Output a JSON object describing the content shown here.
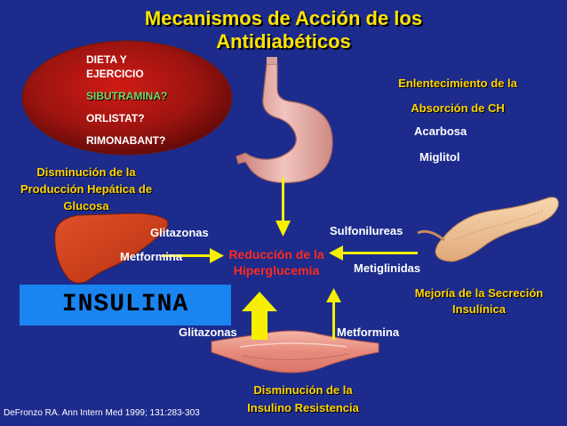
{
  "title": {
    "line1": "Mecanismos de Acción de los",
    "line2": "Antidiabéticos"
  },
  "oval": {
    "items": [
      "DIETA Y",
      "EJERCICIO",
      "SIBUTRAMINA?",
      "ORLISTAT?",
      "RIMONABANT?"
    ]
  },
  "labels": {
    "absorcion": [
      "Enlentecimiento de la",
      "Absorción de CH"
    ],
    "acarbosa": "Acarbosa",
    "miglitol": "Miglitol",
    "hepatica": [
      "Disminución de la",
      "Producción Hepática de",
      "Glucosa"
    ],
    "glitazonas_liver": "Glitazonas",
    "metformina_liver": "Metformina",
    "reduccion": [
      "Reducción de la",
      "Hiperglucemia"
    ],
    "sulfonilureas": "Sulfonilureas",
    "metiglinidas": "Metiglinidas",
    "secrecion": [
      "Mejoría de la Secreción",
      "Insulínica"
    ],
    "insulina": "INSULINA",
    "glitazonas_muscle": "Glitazonas",
    "metformina_muscle": "Metformina",
    "resistencia": [
      "Disminución de la",
      "Insulino Resistencia"
    ],
    "citation": "DeFronzo RA. Ann Intern Med 1999; 131:283-303"
  },
  "colors": {
    "background": "#1c2b8c",
    "heading": "#ffe400",
    "label_yellow": "#ffd400",
    "label_green": "#7ad56b",
    "center_red": "#ff2a1a",
    "insulina_box": "#1a84f0",
    "arrow": "#f6f000"
  },
  "icons": [
    "stomach-illustration",
    "liver-illustration",
    "pancreas-illustration",
    "muscle-illustration"
  ]
}
